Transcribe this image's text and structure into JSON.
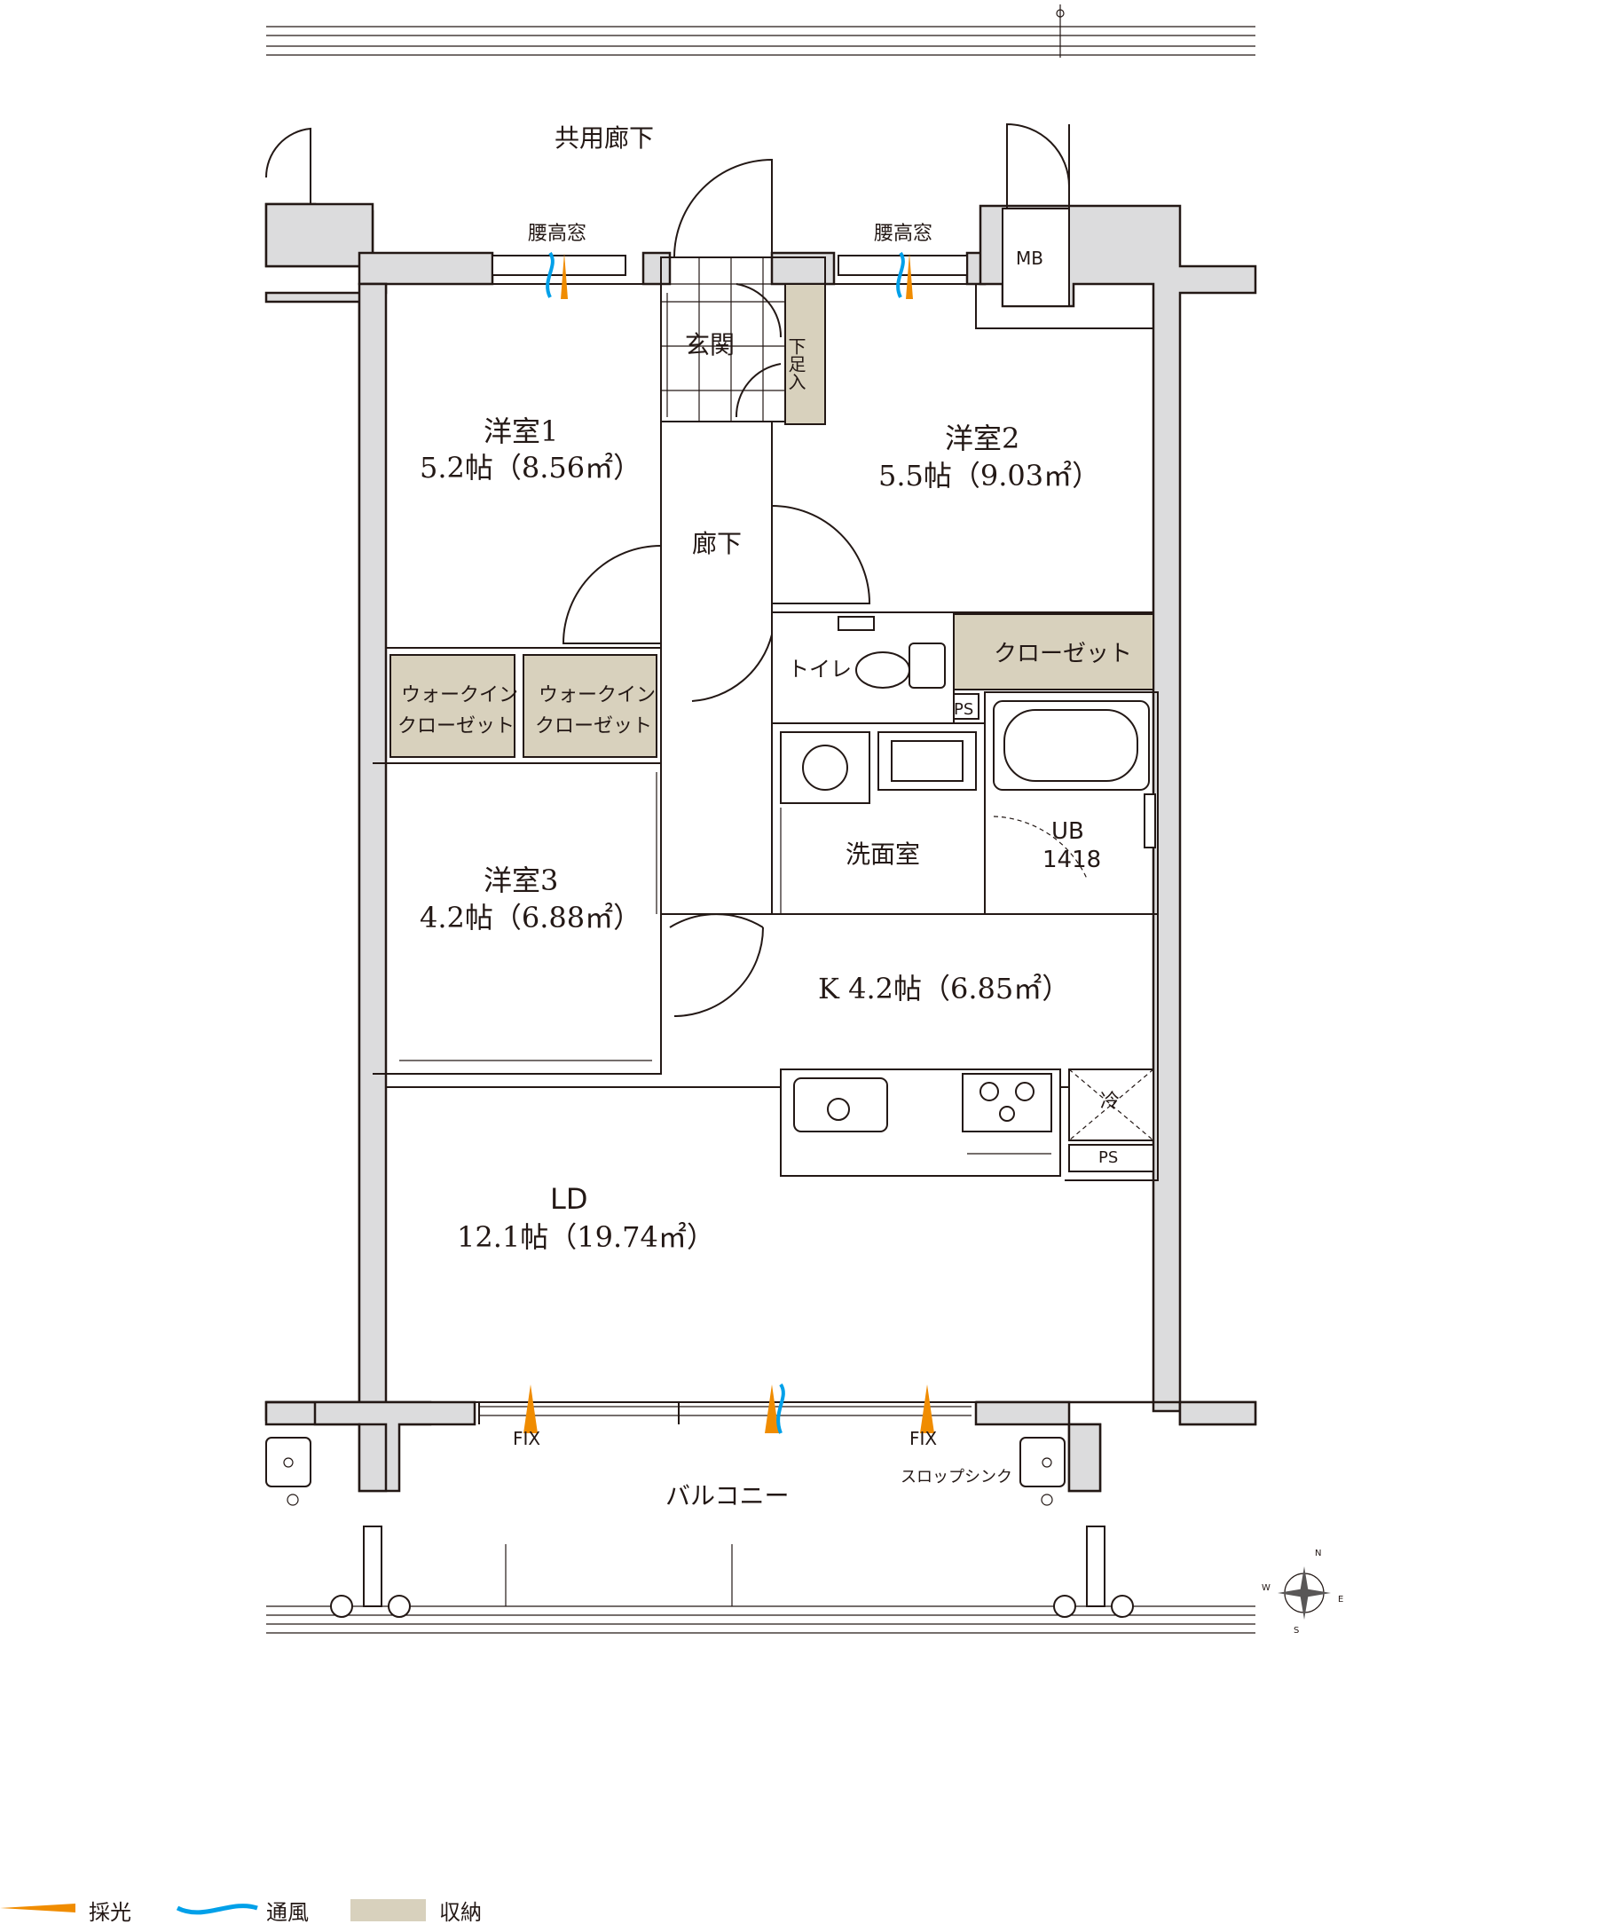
{
  "corridor_label": "共用廊下",
  "balcony_label": "バルコニー",
  "rooms": {
    "western1": {
      "name": "洋室1",
      "size": "5.2帖（8.56㎡）"
    },
    "western2": {
      "name": "洋室2",
      "size": "5.5帖（9.03㎡）"
    },
    "western3": {
      "name": "洋室3",
      "size": "4.2帖（6.88㎡）"
    },
    "ld": {
      "name": "LD",
      "size": "12.1帖（19.74㎡）"
    },
    "kitchen": {
      "label": "K 4.2帖（6.85㎡）"
    },
    "entrance": "玄関",
    "shoe_box": "下足入",
    "hallway": "廊下",
    "toilet": "トイレ",
    "washroom": "洗面室",
    "bath": {
      "name": "UB",
      "size": "1418"
    },
    "closet": "クローゼット",
    "wic1": {
      "line1": "ウォークイン",
      "line2": "クローゼット"
    },
    "wic2": {
      "line1": "ウォークイン",
      "line2": "クローゼット"
    },
    "mb": "MB",
    "ps_toilet": "PS",
    "ps_kitchen": "PS",
    "fridge": "冷"
  },
  "windows": {
    "left": "腰高窓",
    "right": "腰高窓",
    "fix_left": "FIX",
    "fix_right": "FIX"
  },
  "slop_sink": "スロップシンク",
  "compass": {
    "n": "N",
    "e": "E",
    "s": "S",
    "w": "W"
  },
  "legend": [
    {
      "label": "採光",
      "color": "#f08c00"
    },
    {
      "label": "通風",
      "color": "#00a0e9"
    },
    {
      "label": "収納",
      "color": "#d8d1bd"
    }
  ]
}
